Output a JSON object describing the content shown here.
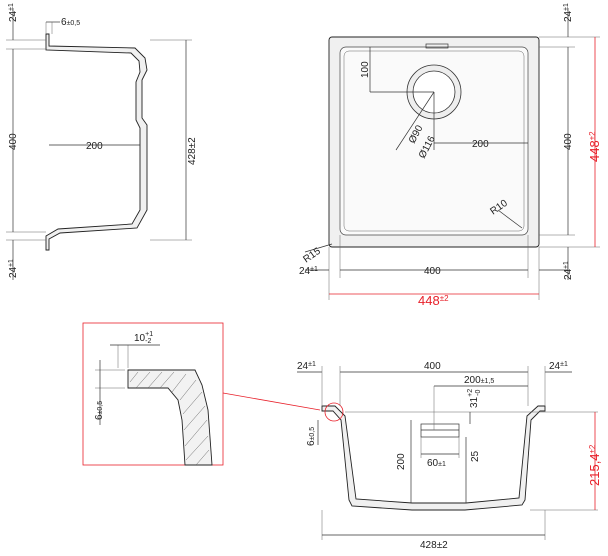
{
  "colors": {
    "line": "#333333",
    "accent_red": "#e8202a",
    "background": "#ffffff"
  },
  "side_view": {
    "top_tol_main": "24",
    "top_tol_sup": "±1",
    "lip_main": "6",
    "lip_sup": "±0,5",
    "height": "400",
    "width": "200",
    "total_main": "428",
    "total_tol": "±2",
    "bottom_tol_main": "24",
    "bottom_tol_sup": "±1"
  },
  "top_view": {
    "top_tol_main": "24",
    "top_tol_sup": "±1",
    "offset": "100",
    "drain_inner": "Ø90",
    "drain_outer": "Ø116",
    "center_offset": "200",
    "height": "400",
    "overall_height_main": "448",
    "overall_height_tol": "±2",
    "radius_inner": "R10",
    "radius_outer": "R15",
    "left_tol_main": "24",
    "left_tol_sup": "±1",
    "width": "400",
    "right_tol_main": "24",
    "right_tol_sup": "±1",
    "overall_width_main": "448",
    "overall_width_tol": "±2"
  },
  "detail_view": {
    "lip_width_main": "10",
    "lip_width_sup": "+1",
    "lip_width_sub": "-2",
    "lip_height_main": "6",
    "lip_height_sup": "±0,5"
  },
  "front_view": {
    "left_tol_main": "24",
    "left_tol_sup": "±1",
    "width": "400",
    "right_tol_main": "24",
    "right_tol_sup": "±1",
    "drain_offset_main": "200",
    "drain_offset_sup": "±1,5",
    "drain_depth_main": "31",
    "drain_depth_sup": "+2",
    "drain_depth_sub": "-0",
    "lip_main": "6",
    "lip_sup": "±0,5",
    "depth": "200",
    "drain_width_main": "60",
    "drain_width_sup": "±1",
    "drain_height": "25",
    "overall_depth_main": "215,4",
    "overall_depth_tol": "±2",
    "total_main": "428",
    "total_tol": "±2"
  }
}
